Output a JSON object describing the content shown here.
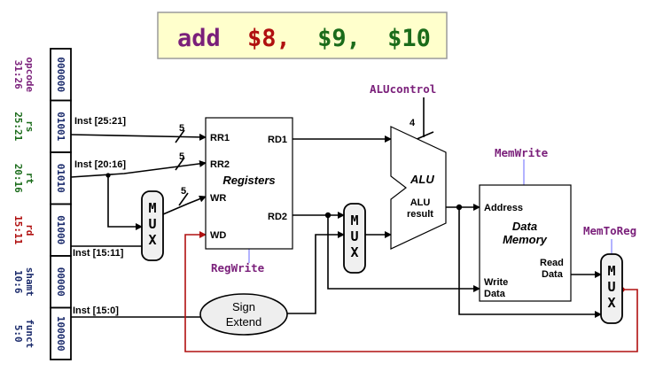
{
  "instruction": {
    "op": "add",
    "rd": "$8,",
    "rs": "$9,",
    "rt": "$10",
    "colors": {
      "background": "#ffffcc",
      "op": "#7a1f7a",
      "rd": "#b01010",
      "rs": "#1a6b1a",
      "rt": "#1a6b1a"
    }
  },
  "fields": [
    {
      "bits": "000000",
      "name": "opcode",
      "range": "31:26",
      "color": "#7a1f7a"
    },
    {
      "bits": "01001",
      "name": "rs",
      "range": "25:21",
      "color": "#1a6b1a"
    },
    {
      "bits": "01010",
      "name": "rt",
      "range": "20:16",
      "color": "#1a6b1a"
    },
    {
      "bits": "01000",
      "name": "rd",
      "range": "15:11",
      "color": "#b01010"
    },
    {
      "bits": "00000",
      "name": "shamt",
      "range": "10:6",
      "color": "#1a2a6b"
    },
    {
      "bits": "100000",
      "name": "funct",
      "range": "5:0",
      "color": "#1a2a6b"
    }
  ],
  "field_bits_color": "#1a2a6b",
  "inst_labels": {
    "i25_21": "Inst [25:21]",
    "i20_16": "Inst [20:16]",
    "i15_11": "Inst [15:11]",
    "i15_0": "Inst [15:0]"
  },
  "bus_widths": {
    "rr1": "5",
    "rr2": "5",
    "wr": "5",
    "alu_ctrl": "4"
  },
  "registers": {
    "title": "Registers",
    "rr1": "RR1",
    "rr2": "RR2",
    "wr": "WR",
    "wd": "WD",
    "rd1": "RD1",
    "rd2": "RD2"
  },
  "control_signals": {
    "regwrite": "RegWrite",
    "alucontrol": "ALUcontrol",
    "memwrite": "MemWrite",
    "memtoreg": "MemToReg",
    "color": "#7a1f7a"
  },
  "alu": {
    "title": "ALU",
    "result_line1": "ALU",
    "result_line2": "result"
  },
  "mux_label": [
    "M",
    "U",
    "X"
  ],
  "sign_extend": {
    "line1": "Sign",
    "line2": "Extend"
  },
  "data_memory": {
    "title_line1": "Data",
    "title_line2": "Memory",
    "address": "Address",
    "write_data_line1": "Write",
    "write_data_line2": "Data",
    "read_data_line1": "Read",
    "read_data_line2": "Data"
  },
  "wire_colors": {
    "normal": "#000000",
    "writeback": "#b01010",
    "control": "#8080ff"
  }
}
